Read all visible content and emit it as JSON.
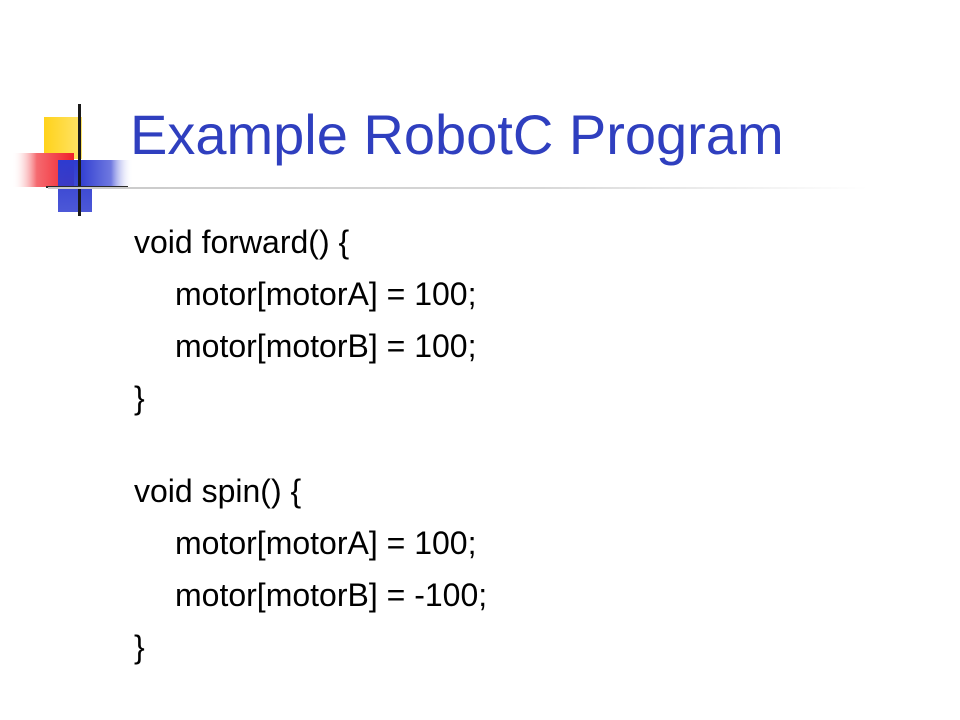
{
  "slide": {
    "title": "Example RobotC Program",
    "code_lines": [
      {
        "text": "void forward() {",
        "indent": false
      },
      {
        "text": "motor[motorA] = 100;",
        "indent": true
      },
      {
        "text": "motor[motorB] = 100;",
        "indent": true
      },
      {
        "text": "}",
        "indent": false
      },
      {
        "text": "",
        "indent": false
      },
      {
        "text": "void spin() {",
        "indent": false
      },
      {
        "text": "motor[motorA] = 100;",
        "indent": true
      },
      {
        "text": "motor[motorB] = -100;",
        "indent": true
      },
      {
        "text": "}",
        "indent": false
      }
    ]
  },
  "colors": {
    "title": "#2f3fbf",
    "deco_yellow": "#ffd21a",
    "deco_blue": "#2d3bd0",
    "deco_red": "#f0202a",
    "text": "#000000"
  }
}
